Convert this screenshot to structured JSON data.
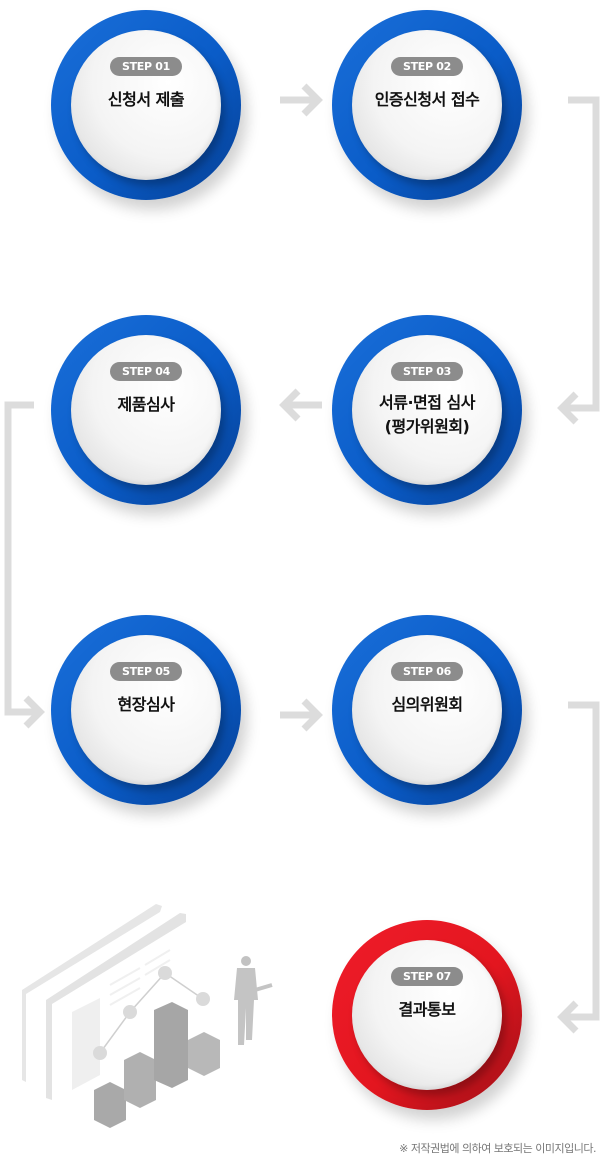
{
  "steps": [
    {
      "badge": "STEP 01",
      "label": "신청서 제출",
      "color": "#0a5cc8"
    },
    {
      "badge": "STEP 02",
      "label": "인증신청서 접수",
      "color": "#0a5cc8"
    },
    {
      "badge": "STEP 03",
      "label": "서류·면접 심사",
      "label2": "(평가위원회)",
      "color": "#0a5cc8"
    },
    {
      "badge": "STEP 04",
      "label": "제품심사",
      "color": "#0a5cc8"
    },
    {
      "badge": "STEP 05",
      "label": "현장심사",
      "color": "#0a5cc8"
    },
    {
      "badge": "STEP 06",
      "label": "심의위원회",
      "color": "#0a5cc8"
    },
    {
      "badge": "STEP 07",
      "label": "결과통보",
      "color": "#e3161f"
    }
  ],
  "footer_note": "※ 저작권법에 의하여 보호되는 이미지입니다."
}
